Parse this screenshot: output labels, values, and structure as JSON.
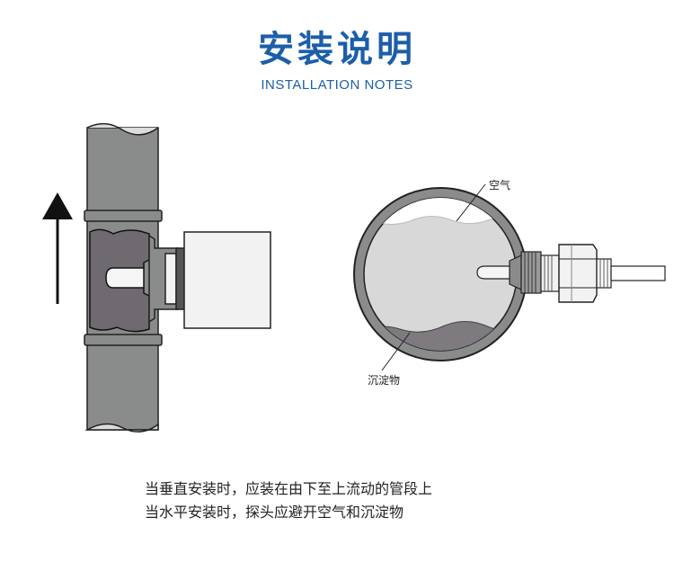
{
  "header": {
    "title": "安装说明",
    "subtitle": "INSTALLATION NOTES"
  },
  "diagram_labels": {
    "air": "空气",
    "sediment": "沉淀物"
  },
  "notes": [
    "当垂直安装时，应装在由下至上流动的管段上",
    "当水平安装时，探头应避开空气和沉淀物"
  ],
  "colors": {
    "title": "#1c5ea8",
    "pipe": "#8a8c8b",
    "sediment": "#7e7a7f",
    "fitting": "#f2f2f2"
  }
}
